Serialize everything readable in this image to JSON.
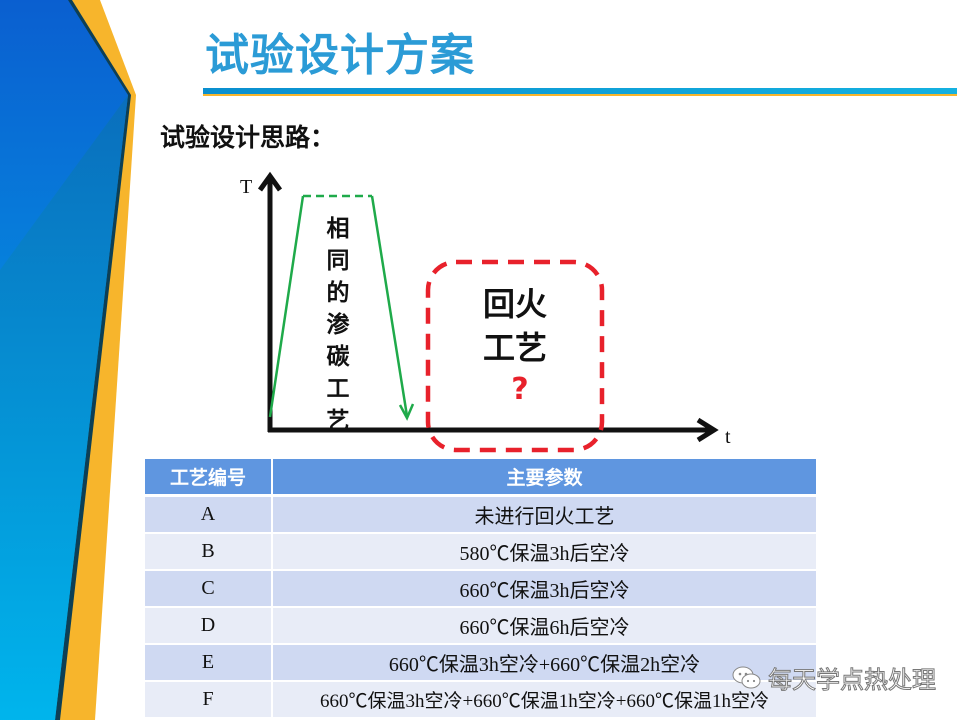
{
  "slide": {
    "title": "试验设计方案",
    "subtitle": "试验设计思路："
  },
  "colors": {
    "title_blue": "#2b9bd6",
    "accent_orange": "#f7b52c",
    "dashed_red": "#e8212b",
    "process_green": "#1faa4a",
    "table_header": "#5f96e0",
    "row_odd": "#cfd9f2",
    "row_even": "#e8ecf7"
  },
  "diagram": {
    "y_axis_label": "T",
    "x_axis_label": "t",
    "carburizing_label": "相同的渗碳工艺",
    "tempering_label_line1": "回火",
    "tempering_label_line2": "工艺",
    "tempering_question": "?"
  },
  "table": {
    "headers": [
      "工艺编号",
      "主要参数"
    ],
    "rows": [
      {
        "id": "A",
        "params": "未进行回火工艺"
      },
      {
        "id": "B",
        "params": "580℃保温3h后空冷"
      },
      {
        "id": "C",
        "params": "660℃保温3h后空冷"
      },
      {
        "id": "D",
        "params": "660℃保温6h后空冷"
      },
      {
        "id": "E",
        "params": "660℃保温3h空冷+660℃保温2h空冷"
      },
      {
        "id": "F",
        "params": "660℃保温3h空冷+660℃保温1h空冷+660℃保温1h空冷"
      }
    ]
  },
  "watermark": {
    "text": "每天学点热处理",
    "icon": "wechat-icon"
  }
}
